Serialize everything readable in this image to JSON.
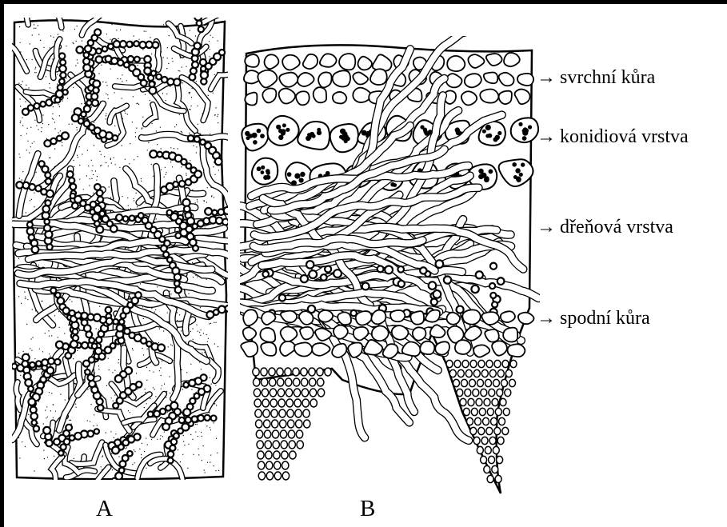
{
  "figure": {
    "panel_a_caption": "A",
    "panel_b_caption": "B",
    "arrow_glyph": "→",
    "layers": [
      {
        "label": "svrchní kůra"
      },
      {
        "label": "konidiová vrstva"
      },
      {
        "label": "dřeňová vrstva"
      },
      {
        "label": "spodní kůra"
      }
    ]
  },
  "colors": {
    "ink": "#000000",
    "paper": "#ffffff"
  }
}
